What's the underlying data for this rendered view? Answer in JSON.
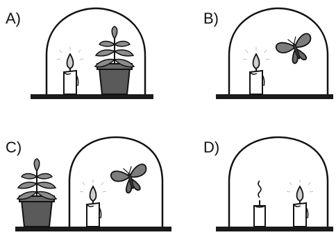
{
  "panels": [
    {
      "label": "A)",
      "contents": [
        "lit-candle",
        "potted-plant"
      ],
      "plant_outside_jar": false
    },
    {
      "label": "B)",
      "contents": [
        "lit-candle",
        "butterfly"
      ]
    },
    {
      "label": "C)",
      "contents": [
        "potted-plant",
        "lit-candle",
        "butterfly"
      ],
      "plant_outside_jar": true
    },
    {
      "label": "D)",
      "contents": [
        "extinguished-candle",
        "lit-candle"
      ]
    }
  ],
  "colors": {
    "outline": "#111111",
    "base": "#1a1a1a",
    "jar_fill": "#ffffff",
    "candle_fill": "#ffffff",
    "flame_fill": "#cfcfcf",
    "pot_fill": "#5a5a5a",
    "leaf_fill": "#8c8c8c",
    "butterfly_fill": "#7d7d7d"
  }
}
